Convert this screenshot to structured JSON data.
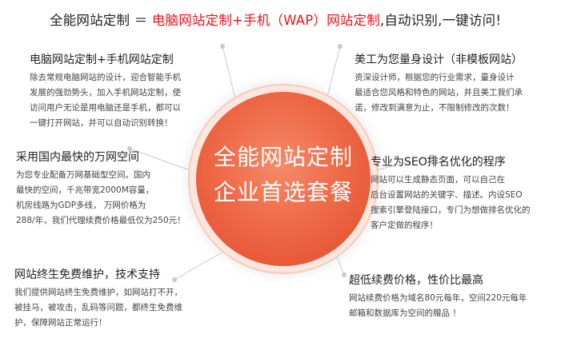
{
  "headline": {
    "part1": "全能网站定制 ＝ ",
    "part2": "电脑网站定制+手机（WAP）网站定制",
    "part3": ",自动识别,一键访问!"
  },
  "center": {
    "line1": "全能网站定制",
    "line2": "企业首选套餐"
  },
  "features": {
    "pc_mobile": {
      "title": "电脑网站定制+手机网站定制",
      "lines": [
        "除去常规电脑网站的设计，迎合智能手机",
        "发展的强劲势头，加入手机网站定制，使",
        "访问用户无论是用电脑还是手机，都可以",
        "一键打开网站，并可以自动识别转换！"
      ]
    },
    "fast_space": {
      "title": "采用国内最快的万网空间",
      "lines": [
        "为您专业配备万网基础型空间。国内",
        "最快的空间，千兆带宽2000M容量，",
        "机房线路为GDP多线，  万网价格为",
        "288/年，我们代理续费价格最低仅为250元！"
      ]
    },
    "lifetime_support": {
      "title": "网站终生免费维护，技术支持",
      "lines": [
        "我们提供网站终生免费维护，如网站打不开，",
        "被挂马，被攻击，乱码等问题，都终生免费维",
        "护，保障网站正常运行！"
      ]
    },
    "custom_design": {
      "title": "美工为您量身设计（非模板网站）",
      "lines": [
        "资深设计师，根据您的行业需求，量身设计",
        "最适合您风格和特色的网站，并且美工我们承",
        "诺，修改到满意为止，不限制修改的次数！"
      ]
    },
    "seo": {
      "title": "专业为SEO排名优化的程序",
      "lines": [
        "网站可以生成静态页面，可以自己在",
        "后台设置网站的关键字、描述。内设SEO",
        "搜索引擎登陆接口，专门为想做排名优化的",
        "客户定做的程序！"
      ]
    },
    "low_renewal": {
      "title": "超低续费价格，性价比最高",
      "lines": [
        "网站续费价格为域名80元每年，空间220元每年",
        "邮箱和数据库为空间的赠品 ！"
      ]
    }
  },
  "colors": {
    "accent_red": "#e8161a",
    "circle_orange": "#ee6a47",
    "connector_gray": "#c9c9c9"
  }
}
